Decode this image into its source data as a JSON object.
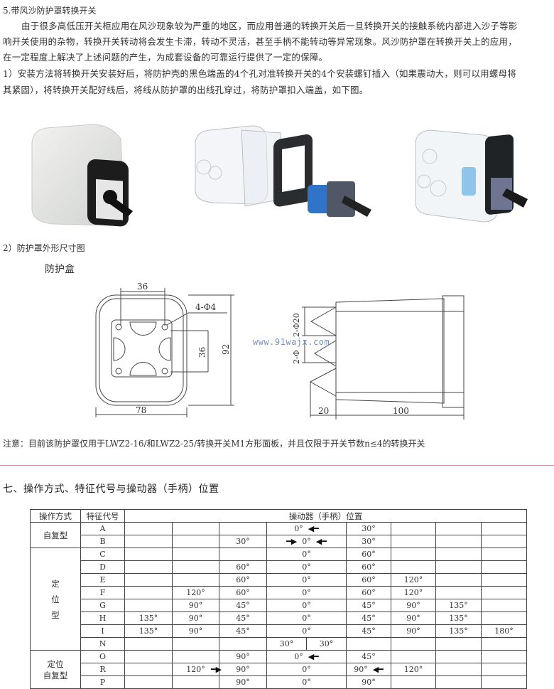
{
  "section5": {
    "title": "5.带风沙防护罩转换开关",
    "paragraph_lines": [
      "由于很多高低压开关柜应用在风沙现象较为严重的地区，而应用普通的转换开关后一旦转换开关的接触系统内部进入沙子等影",
      "响开关使用的杂物，转换开关转动将会发生卡滞，转动不灵活，甚至手柄不能转动等异常现象。风沙防护罩在转换开关上的应用，",
      "在一定程度上解决了上述问题的产生，为成套设备的可靠运行提供了一定的保障。"
    ],
    "install_lines": [
      "1）安装方法将转换开关安装好后，将防护壳的黑色端盖的4个孔对准转换开关的4个安装螺钉插入（如果震动大，则可以用螺母将",
      "其紧固），将转换开关配好线后，将线从防护罩的出线孔穿过，将防护罩扣入端盖，如下图。"
    ],
    "product_images": [
      {
        "label": "assembled-cover-opaque"
      },
      {
        "label": "exploded-view"
      },
      {
        "label": "assembled-cover-transparent"
      }
    ],
    "dimension_heading": "2）防护罩外形尺寸图",
    "box_label": "防护盒",
    "front_view": {
      "top_dim": "36",
      "hole_dim": "4-Φ4",
      "inner_dim": "36",
      "height_dim": "92",
      "width_dim": "78"
    },
    "side_view": {
      "hole_dim_top": "2-Φ20",
      "hole_dim_bottom": "2-Φ",
      "left_dim": "20",
      "length_dim": "100"
    },
    "watermark": "www.91wajx.com",
    "note": "注意：目前该防护罩仅用于LWZ2-16/和LWZ2-25/转换开关M1方形面板，并且仅限于开关节数n≤4的转换开关"
  },
  "section7": {
    "title": "七、操作方式、特征代号与操动器（手柄）位置",
    "headers": {
      "mode": "操作方式",
      "code": "特征代号",
      "position": "操动器（手柄）位置"
    },
    "groups": [
      {
        "mode": "自复型",
        "rows": [
          {
            "code": "A",
            "cells": [
              "",
              "",
              "",
              "0° ◀",
              "30°",
              "",
              "",
              ""
            ]
          },
          {
            "code": "B",
            "cells": [
              "",
              "",
              "30°",
              "▶ 0° ◀",
              "30°",
              "",
              "",
              ""
            ]
          }
        ]
      },
      {
        "mode": "定位型",
        "rows": [
          {
            "code": "C",
            "cells": [
              "",
              "",
              "",
              "0°",
              "60°",
              "",
              "",
              ""
            ]
          },
          {
            "code": "D",
            "cells": [
              "",
              "",
              "60°",
              "0°",
              "60°",
              "",
              "",
              ""
            ]
          },
          {
            "code": "E",
            "cells": [
              "",
              "",
              "60°",
              "0°",
              "60°",
              "120°",
              "",
              ""
            ]
          },
          {
            "code": "F",
            "cells": [
              "",
              "120°",
              "60°",
              "0°",
              "60°",
              "120°",
              "",
              ""
            ]
          },
          {
            "code": "G",
            "cells": [
              "",
              "90°",
              "45°",
              "0°",
              "45°",
              "90°",
              "135°",
              ""
            ]
          },
          {
            "code": "H",
            "cells": [
              "135°",
              "90°",
              "45°",
              "0°",
              "45°",
              "90°",
              "135°",
              ""
            ]
          },
          {
            "code": "I",
            "cells": [
              "135°",
              "90°",
              "45°",
              "0°",
              "45°",
              "90°",
              "135°",
              "180°"
            ]
          },
          {
            "code": "N",
            "cells": [
              "",
              "",
              "",
              "30° | 30°",
              "",
              "",
              "",
              ""
            ]
          }
        ]
      },
      {
        "mode": "定位自复型",
        "rows": [
          {
            "code": "O",
            "cells": [
              "",
              "",
              "90°",
              "0° ◀",
              "45°",
              "",
              "",
              ""
            ]
          },
          {
            "code": "R",
            "cells": [
              "",
              "120°",
              "▶ 90°",
              "0°",
              "90° ◀",
              "120°",
              "",
              ""
            ]
          },
          {
            "code": "P",
            "cells": [
              "",
              "",
              "90°",
              "0°",
              "90°",
              "",
              "",
              ""
            ]
          }
        ]
      }
    ],
    "labels": {
      "mode_self_reset": "自复型",
      "mode_fixed_1": "定",
      "mode_fixed_2": "位",
      "mode_fixed_3": "型",
      "mode_fixed_reset_1": "定位",
      "mode_fixed_reset_2": "自复型",
      "zero": "0°",
      "n_left": "30°",
      "n_right": "30°"
    }
  },
  "colors": {
    "divider": "#c890ad",
    "watermark": "#7a8fb8",
    "line": "#444444"
  }
}
